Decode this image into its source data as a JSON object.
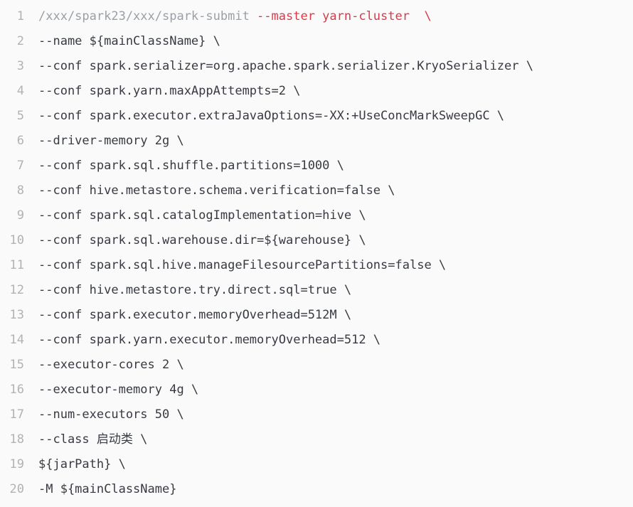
{
  "code": {
    "line_numbers": [
      "1",
      "2",
      "3",
      "4",
      "5",
      "6",
      "7",
      "8",
      "9",
      "10",
      "11",
      "12",
      "13",
      "14",
      "15",
      "16",
      "17",
      "18",
      "19",
      "20"
    ],
    "first_line": {
      "path": "/xxx/spark23/xxx/spark-submit",
      "flag": " --master yarn-cluster  \\"
    },
    "lines": [
      "--name ${mainClassName} \\",
      "--conf spark.serializer=org.apache.spark.serializer.KryoSerializer \\",
      "--conf spark.yarn.maxAppAttempts=2 \\",
      "--conf spark.executor.extraJavaOptions=-XX:+UseConcMarkSweepGC \\",
      "--driver-memory 2g \\",
      "--conf spark.sql.shuffle.partitions=1000 \\",
      "--conf hive.metastore.schema.verification=false \\",
      "--conf spark.sql.catalogImplementation=hive \\",
      "--conf spark.sql.warehouse.dir=${warehouse} \\",
      "--conf spark.sql.hive.manageFilesourcePartitions=false \\",
      "--conf hive.metastore.try.direct.sql=true \\",
      "--conf spark.executor.memoryOverhead=512M \\",
      "--conf spark.yarn.executor.memoryOverhead=512 \\",
      "--executor-cores 2 \\",
      "--executor-memory 4g \\",
      "--num-executors 50 \\",
      "--class 启动类 \\",
      "${jarPath} \\",
      "-M ${mainClassName}"
    ]
  }
}
